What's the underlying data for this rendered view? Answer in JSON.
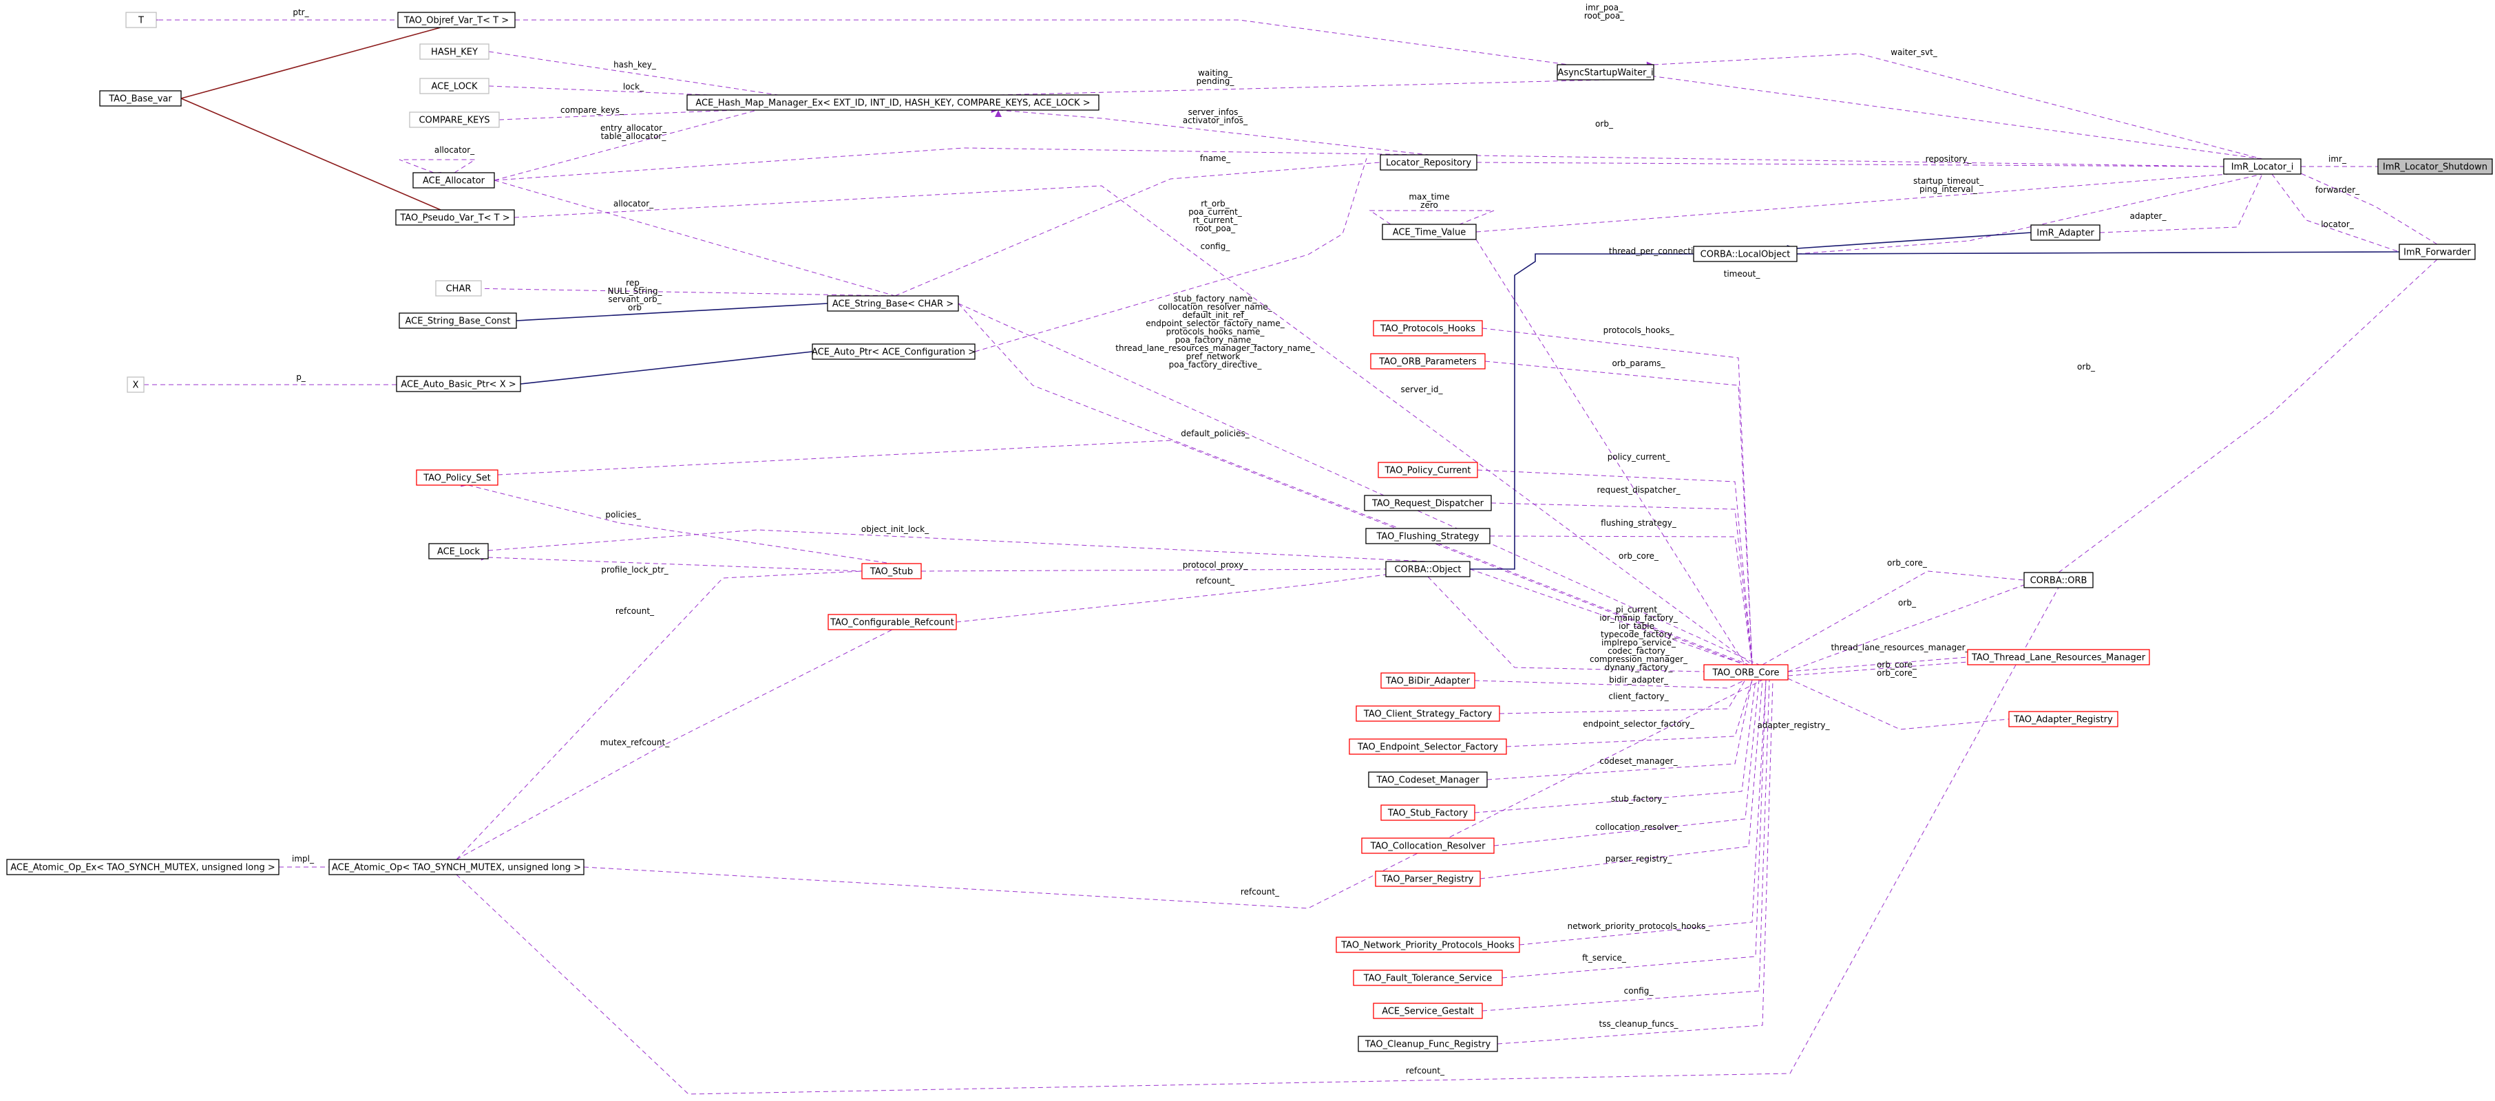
{
  "nodes": {
    "T": "T",
    "tao_objref_var": "TAO_Objref_Var_T< T >",
    "tao_base_var": "TAO_Base_var",
    "hash_key": "HASH_KEY",
    "ace_lock": "ACE_LOCK",
    "compare_keys": "COMPARE_KEYS",
    "ace_allocator": "ACE_Allocator",
    "tao_pseudo_var": "TAO_Pseudo_Var_T< T >",
    "char": "CHAR",
    "ace_string_base_const": "ACE_String_Base_Const",
    "x": "X",
    "ace_auto_basic_ptr": "ACE_Auto_Basic_Ptr< X >",
    "tao_policy_set": "TAO_Policy_Set",
    "ace_lock_class": "ACE_Lock",
    "tao_stub": "TAO_Stub",
    "tao_configurable_refcount": "TAO_Configurable_Refcount",
    "ace_atomic_op_ex": "ACE_Atomic_Op_Ex< TAO_SYNCH_MUTEX, unsigned long >",
    "ace_atomic_op": "ACE_Atomic_Op< TAO_SYNCH_MUTEX, unsigned long >",
    "ace_hash_map": "ACE_Hash_Map_Manager_Ex< EXT_ID, INT_ID, HASH_KEY, COMPARE_KEYS, ACE_LOCK >",
    "ace_string_base": "ACE_String_Base< CHAR >",
    "ace_auto_ptr": "ACE_Auto_Ptr< ACE_Configuration >",
    "async_startup_waiter": "AsyncStartupWaiter_i",
    "locator_repository": "Locator_Repository",
    "ace_time_value": "ACE_Time_Value",
    "corba_localobject": "CORBA::LocalObject",
    "tao_protocols_hooks": "TAO_Protocols_Hooks",
    "tao_orb_parameters": "TAO_ORB_Parameters",
    "tao_policy_current": "TAO_Policy_Current",
    "tao_request_dispatcher": "TAO_Request_Dispatcher",
    "tao_flushing_strategy": "TAO_Flushing_Strategy",
    "corba_object": "CORBA::Object",
    "tao_bidir_adapter": "TAO_BiDir_Adapter",
    "tao_client_strategy_factory": "TAO_Client_Strategy_Factory",
    "tao_endpoint_selector_factory": "TAO_Endpoint_Selector_Factory",
    "tao_codeset_manager": "TAO_Codeset_Manager",
    "tao_stub_factory": "TAO_Stub_Factory",
    "tao_collocation_resolver": "TAO_Collocation_Resolver",
    "tao_parser_registry": "TAO_Parser_Registry",
    "tao_network_priority_protocols_hooks": "TAO_Network_Priority_Protocols_Hooks",
    "tao_fault_tolerance_service": "TAO_Fault_Tolerance_Service",
    "ace_service_gestalt": "ACE_Service_Gestalt",
    "tao_cleanup_func_registry": "TAO_Cleanup_Func_Registry",
    "tao_orb_core": "TAO_ORB_Core",
    "corba_orb": "CORBA::ORB",
    "tao_thread_lane_resources_manager": "TAO_Thread_Lane_Resources_Manager",
    "tao_adapter_registry": "TAO_Adapter_Registry",
    "imr_locator_i": "ImR_Locator_i",
    "imr_adapter": "ImR_Adapter",
    "imr_forwarder": "ImR_Forwarder",
    "imr_locator_shutdown": "ImR_Locator_Shutdown"
  },
  "edge_labels": {
    "ptr": "ptr_",
    "imr_poa_root_poa": [
      "imr_poa_",
      "root_poa_"
    ],
    "hash_key": "hash_key_",
    "lock": "lock_",
    "compare_keys": "compare_keys_",
    "entry_table_allocator": [
      "entry_allocator_",
      "table_allocator_"
    ],
    "allocator_self": "allocator_",
    "allocator_string": "allocator_",
    "waiting_pending": [
      "waiting_",
      "pending_"
    ],
    "waiter_svt": "waiter_svt_",
    "server_activator_infos": [
      "server_infos_",
      "activator_infos_"
    ],
    "orb_top": "orb_",
    "fname": "fname_",
    "repository": "repository_",
    "imr": "imr_",
    "forwarder": "forwarder_",
    "locator": "locator_",
    "adapter": "adapter_",
    "startup_ping": [
      "startup_timeout_",
      "ping_interval_"
    ],
    "max_zero": [
      "max_time",
      "zero"
    ],
    "rt_orb_group": [
      "rt_orb_",
      "poa_current_",
      "rt_current_",
      "root_poa_"
    ],
    "config": "config_",
    "timeout": "timeout_",
    "thread_per_connection_timeout": "thread_per_connection_timeout_",
    "rep_group": [
      "rep_",
      "NULL_String_",
      "servant_orb_",
      "orb"
    ],
    "param_names": [
      "stub_factory_name_",
      "collocation_resolver_name_",
      "default_init_ref_",
      "endpoint_selector_factory_name_",
      "protocols_hooks_name_",
      "poa_factory_name_",
      "thread_lane_resources_manager_factory_name_",
      "pref_network_",
      "poa_factory_directive_"
    ],
    "p": "p_",
    "protocols_hooks": "protocols_hooks_",
    "orb_params": "orb_params_",
    "server_id": "server_id_",
    "default_policies": "default_policies_",
    "policy_current": "policy_current_",
    "request_dispatcher": "request_dispatcher_",
    "flushing_strategy": "flushing_strategy_",
    "policies": "policies_",
    "object_init_lock": "object_init_lock_",
    "profile_lock_ptr": "profile_lock_ptr_",
    "protocol_proxy": "protocol_proxy_",
    "orb_core_obj": "orb_core_",
    "refcount_obj": "refcount_",
    "refcount_left": "refcount_",
    "orb_core_group": [
      "pi_current_",
      "ior_manip_factory_",
      "ior_table_",
      "typecode_factory_",
      "implrepo_service_",
      "codec_factory_",
      "compression_manager_",
      "dynany_factory_"
    ],
    "orb_core_orb": "orb_core_",
    "orb_orb": "orb_",
    "orb_imr": "orb_",
    "tlrm": "thread_lane_resources_manager_",
    "orb_core_tlrm": [
      "orb_core_",
      "orb_core_"
    ],
    "adapter_registry": "adapter_registry_",
    "mutex_refcount": "mutex_refcount_",
    "bidir_adapter": "bidir_adapter_",
    "client_factory": "client_factory_",
    "endpoint_selector_factory": "endpoint_selector_factory_",
    "codeset_manager": "codeset_manager_",
    "stub_factory": "stub_factory_",
    "collocation_resolver": "collocation_resolver_",
    "parser_registry": "parser_registry_",
    "impl": "impl_",
    "refcount_atomic": "refcount_",
    "network_priority_protocols_hooks": "network_priority_protocols_hooks_",
    "ft_service": "ft_service_",
    "config_gestalt": "config_",
    "tss_cleanup_funcs": "tss_cleanup_funcs_",
    "refcount_bottom": "refcount_"
  }
}
